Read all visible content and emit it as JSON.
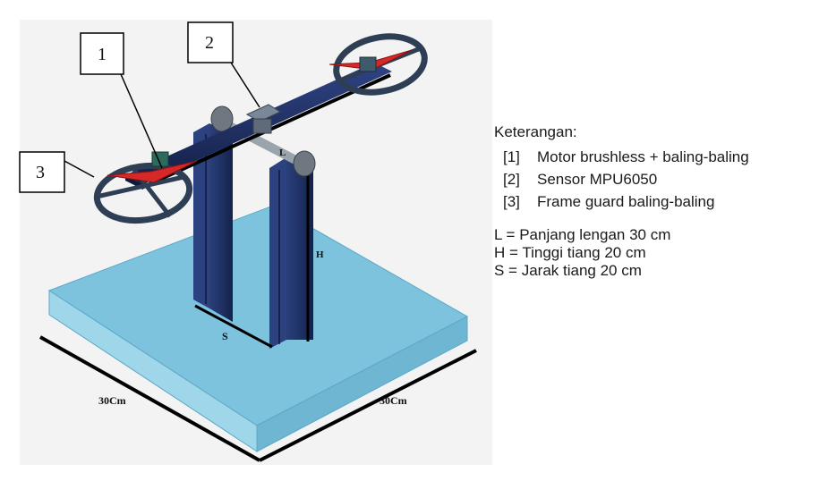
{
  "callouts": [
    {
      "number": "1"
    },
    {
      "number": "2"
    },
    {
      "number": "3"
    }
  ],
  "dimension_labels": {
    "length": "L",
    "height": "H",
    "spacing": "S",
    "base_left": "30Cm",
    "base_right": "30Cm"
  },
  "legend": {
    "title": "Keterangan:",
    "items": [
      {
        "index": "[1]",
        "text": "Motor brushless + baling-baling"
      },
      {
        "index": "[2]",
        "text": "Sensor MPU6050"
      },
      {
        "index": "[3]",
        "text": "Frame guard baling-baling"
      }
    ],
    "dimensions": [
      "L = Panjang lengan 30 cm",
      "H = Tinggi tiang 20 cm",
      "S = Jarak tiang 20 cm"
    ]
  },
  "colors": {
    "base_top": "#7ec3de",
    "base_front": "#9fd6ea",
    "base_side": "#6fb6d3",
    "pillar": "#1f3266",
    "arm": "#1d2e63",
    "guard": "#2e3f55",
    "propeller": "#d62828",
    "background_panel": "#f3f3f3"
  }
}
